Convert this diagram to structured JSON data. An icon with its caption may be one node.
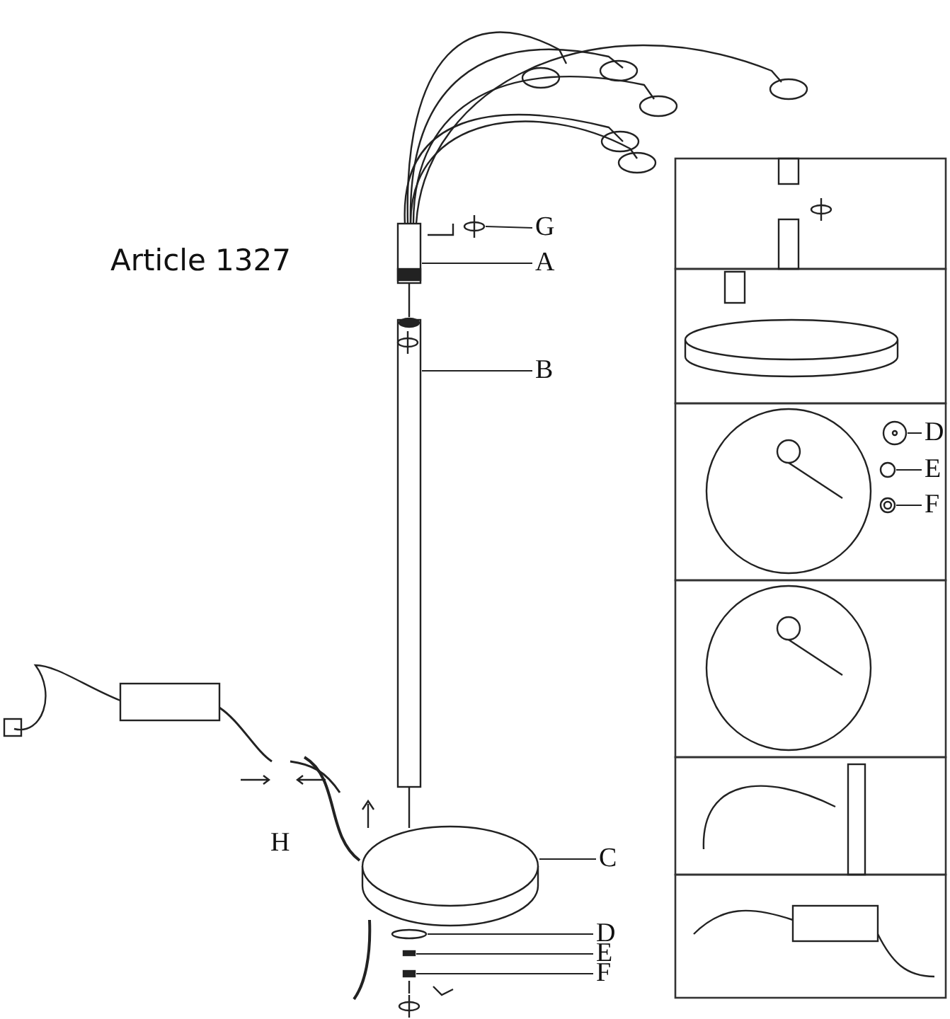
{
  "diagram": {
    "title": "Article 1327",
    "nodes": [
      {
        "text": [
          "G"
        ]
      },
      {
        "text": [
          "A"
        ]
      },
      {
        "text": [
          "B"
        ]
      },
      {
        "text": [
          "C"
        ]
      },
      {
        "text": [
          "D"
        ]
      },
      {
        "text": [
          "E"
        ]
      },
      {
        "text": [
          "F"
        ]
      },
      {
        "text": [
          "D"
        ]
      },
      {
        "text": [
          "E"
        ]
      },
      {
        "text": [
          "F"
        ]
      },
      {
        "text": [],
        "shape": "picture"
      },
      {
        "text": [],
        "shape": "picture"
      },
      {
        "text": [],
        "shape": "picture"
      },
      {
        "text": [],
        "shape": "cylinder"
      },
      {
        "text": [],
        "shape": "circle"
      },
      {
        "text": [],
        "shape": "box"
      },
      {
        "text": [],
        "shape": "box"
      },
      {
        "text": [],
        "shape": "picture"
      },
      {
        "text": [],
        "shape": "circle"
      },
      {
        "text": [],
        "shape": "picture"
      }
    ],
    "edges": [
      {
        "from": 0,
        "to": 10,
        "arrow": "none"
      },
      {
        "from": 1,
        "to": 11,
        "arrow": "none"
      },
      {
        "from": 2,
        "to": 12,
        "arrow": "none"
      },
      {
        "from": 3,
        "to": 13,
        "arrow": "none"
      },
      {
        "from": 4,
        "to": 14,
        "arrow": "none"
      },
      {
        "from": 5,
        "to": 15,
        "arrow": "none"
      },
      {
        "from": 6,
        "to": 16,
        "arrow": "none"
      },
      {
        "from": 7,
        "to": 17,
        "arrow": "none"
      },
      {
        "from": 8,
        "to": 18,
        "arrow": "none"
      },
      {
        "from": 9,
        "to": 19,
        "arrow": "none"
      }
    ],
    "labels": [
      "H"
    ]
  }
}
